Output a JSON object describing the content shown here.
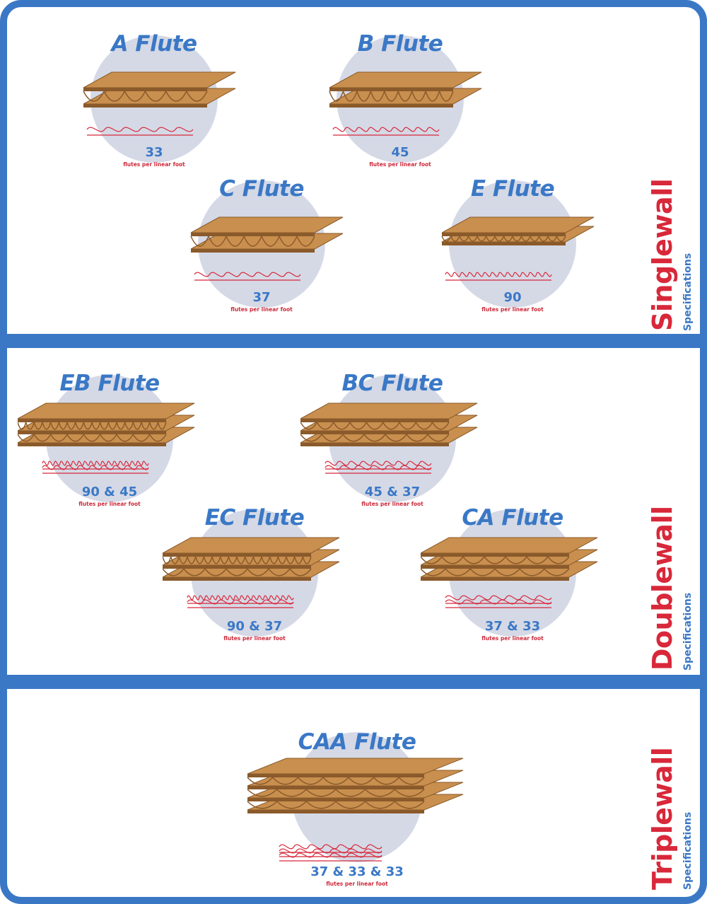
{
  "sections": [
    {
      "title": "Singlewall",
      "subtitle": "Specifications",
      "flutes": [
        {
          "name": "A Flute",
          "count": "33",
          "unit": "flutes per linear foot"
        },
        {
          "name": "B Flute",
          "count": "45",
          "unit": "flutes per linear foot"
        },
        {
          "name": "C Flute",
          "count": "37",
          "unit": "flutes per linear foot"
        },
        {
          "name": "E Flute",
          "count": "90",
          "unit": "flutes per linear foot"
        }
      ]
    },
    {
      "title": "Doublewall",
      "subtitle": "Specifications",
      "flutes": [
        {
          "name": "EB Flute",
          "count": "90 & 45",
          "unit": "flutes per linear foot"
        },
        {
          "name": "BC Flute",
          "count": "45 & 37",
          "unit": "flutes per linear foot"
        },
        {
          "name": "EC Flute",
          "count": "90 & 37",
          "unit": "flutes per linear foot"
        },
        {
          "name": "CA Flute",
          "count": "37 & 33",
          "unit": "flutes per linear foot"
        }
      ]
    },
    {
      "title": "Triplewall",
      "subtitle": "Specifications",
      "flutes": [
        {
          "name": "CAA Flute",
          "count": "37 & 33 & 33",
          "unit": "flutes per linear foot"
        }
      ]
    }
  ],
  "colors": {
    "frame": "#3a78c6",
    "circle": "#d5d9e6",
    "board": "#c98f4e",
    "board_dark": "#8a5a2b",
    "wave": "#d8283a",
    "title": "#3a78c6",
    "section_title": "#d8283a"
  }
}
